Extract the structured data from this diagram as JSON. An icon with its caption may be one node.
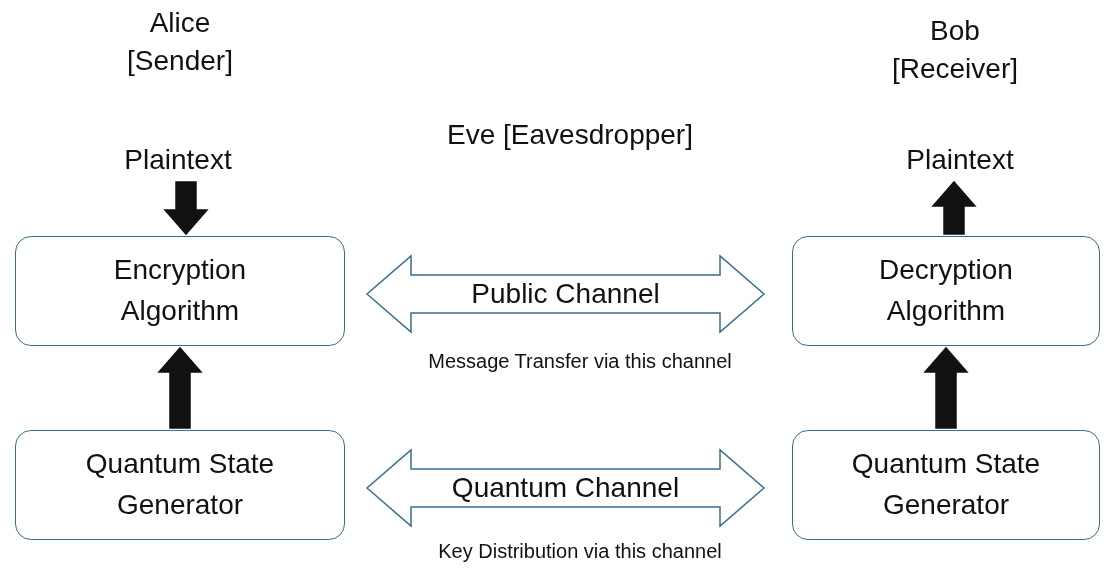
{
  "diagram": {
    "nodes": [
      {
        "text": [
          "Plaintext"
        ]
      },
      {
        "text": [
          "Encryption Algorithm"
        ]
      },
      {
        "text": [
          "Quantum State Generator"
        ]
      },
      {
        "text": [
          "Plaintext"
        ]
      },
      {
        "text": [
          "Decryption Algorithm"
        ]
      },
      {
        "text": [
          "Quantum State Generator"
        ]
      }
    ],
    "edges": [
      {
        "from": 0,
        "to": 1,
        "arrow": "to",
        "style": "thick"
      },
      {
        "from": 2,
        "to": 1,
        "arrow": "to",
        "style": "thick"
      },
      {
        "from": 1,
        "to": 4,
        "arrow": "both",
        "label": "Public Channel"
      },
      {
        "from": 2,
        "to": 5,
        "arrow": "both",
        "label": "Quantum Channel"
      },
      {
        "from": 5,
        "to": 4,
        "arrow": "to",
        "style": "thick"
      },
      {
        "from": 4,
        "to": 3,
        "arrow": "to",
        "style": "thick"
      }
    ],
    "labels": [
      "Alice [Sender]",
      "Bob [Receiver]",
      "Eve [Eavesdropper]",
      "Message Transfer via this channel",
      "Key Distribution via this channel"
    ]
  }
}
